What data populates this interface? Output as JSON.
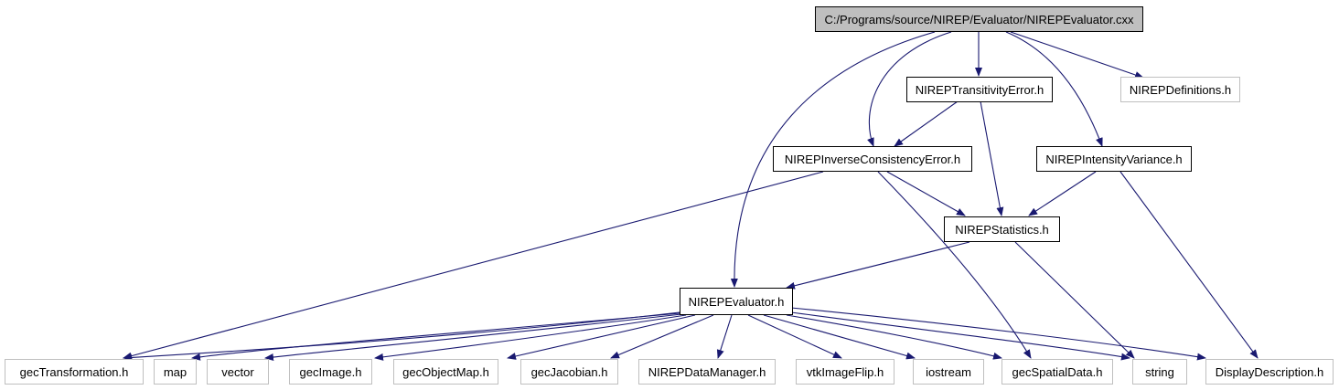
{
  "colors": {
    "edge": "#191970",
    "root_fill": "#bfbfbf",
    "main_border": "#000000",
    "ext_border": "#bfbfbf"
  },
  "nodes": {
    "root": "C:/Programs/source/NIREP/Evaluator/NIREPEvaluator.cxx",
    "transitivity": "NIREPTransitivityError.h",
    "definitions": "NIREPDefinitions.h",
    "inverse": "NIREPInverseConsistencyError.h",
    "intensity": "NIREPIntensityVariance.h",
    "statistics": "NIREPStatistics.h",
    "evaluator": "NIREPEvaluator.h",
    "gectransformation": "gecTransformation.h",
    "map": "map",
    "vector": "vector",
    "gecimage": "gecImage.h",
    "gecobjectmap": "gecObjectMap.h",
    "gecjacobian": "gecJacobian.h",
    "datamanager": "NIREPDataManager.h",
    "vtkimageflip": "vtkImageFlip.h",
    "iostream": "iostream",
    "gecspatialdata": "gecSpatialData.h",
    "string": "string",
    "displaydescription": "DisplayDescription.h"
  }
}
